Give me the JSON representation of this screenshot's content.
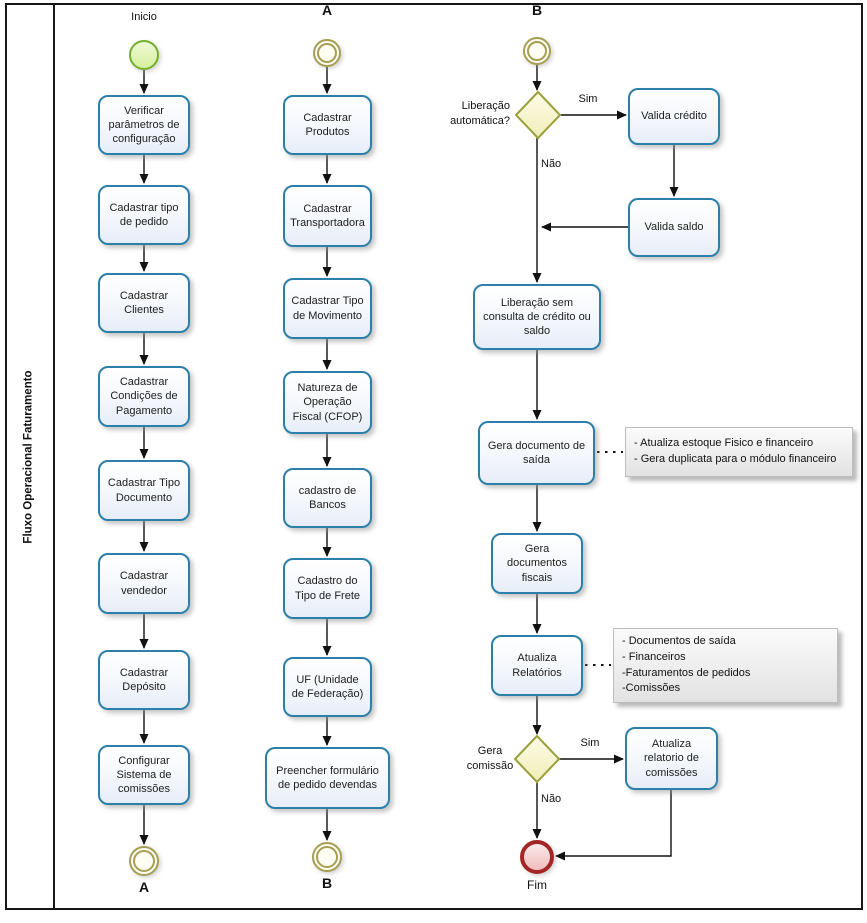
{
  "diagram": {
    "lane_title": "Fluxo Operacional Faturamento",
    "col1": {
      "start_label": "Inicio",
      "boxes": [
        "Verificar parâmetros de configuração",
        "Cadastrar tipo de pedido",
        "Cadastrar Clientes",
        "Cadastrar Condições de Pagamento",
        "Cadastrar Tipo Documento",
        "Cadastrar vendedor",
        "Cadastrar Depósito",
        "Configurar Sistema de comissões"
      ],
      "connector_out": "A"
    },
    "col2": {
      "connector_in": "A",
      "boxes": [
        "Cadastrar Produtos",
        "Cadastrar Transportadora",
        "Cadastrar Tipo de Movimento",
        "Natureza de Operação Fiscal (CFOP)",
        "cadastro de Bancos",
        "Cadastro do Tipo de Frete",
        "UF (Unidade de Federação)",
        "Preencher formulário de pedido devendas"
      ],
      "connector_out": "B"
    },
    "col3": {
      "connector_in": "B",
      "decision1": "Liberação automática?",
      "decision1_yes": "Sim",
      "decision1_no": "Não",
      "valida_credito": "Valida crédito",
      "valida_saldo": "Valida saldo",
      "liberacao_sem": "Liberação sem consulta de crédito ou saldo",
      "gera_doc_saida": "Gera documento de saída",
      "annotation1": [
        "- Atualiza estoque Fisico e financeiro",
        "- Gera duplicata para o módulo financeiro"
      ],
      "gera_docs_fiscais": "Gera documentos fiscais",
      "atualiza_relatorios": "Atualiza Relatórios",
      "annotation2": [
        "- Documentos de saída",
        "- Financeiros",
        "-Faturamentos de pedidos",
        "-Comissões"
      ],
      "decision2": "Gera comissão",
      "decision2_yes": "Sim",
      "decision2_no": "Não",
      "atualiza_rel_comissoes": "Atualiza relatorio de comissões",
      "end_label": "Fim"
    },
    "colors": {
      "task_border": "#2c7fa8",
      "start_border": "#74ae2f",
      "connector_border": "#a59e54",
      "end_border": "#a32626",
      "decision_border": "#9aa03c"
    }
  }
}
